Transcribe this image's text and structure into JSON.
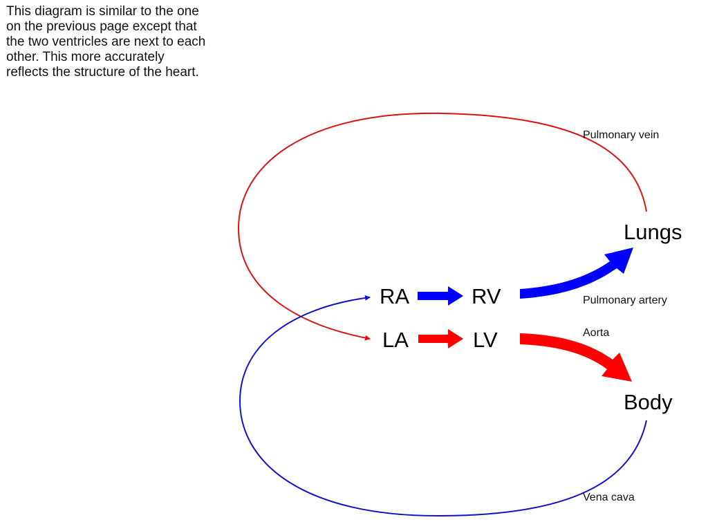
{
  "intro": {
    "lines": [
      "This diagram is similar to the one",
      "on the previous page except that",
      "the two ventricles are next to each",
      "other. This more accurately",
      "reflects the structure of the heart."
    ]
  },
  "nodes": {
    "ra": "RA",
    "rv": "RV",
    "la": "LA",
    "lv": "LV",
    "lungs": "Lungs",
    "body": "Body"
  },
  "vessels": {
    "pulmonary_vein": "Pulmonary vein",
    "pulmonary_artery": "Pulmonary artery",
    "aorta": "Aorta",
    "vena_cava": "Vena cava"
  },
  "colors": {
    "oxygenated": "#ff0000",
    "deoxygenated": "#0000ff",
    "pulmonary_vein_line": "#dd1111",
    "vena_cava_line": "#1111cc"
  },
  "flow": [
    {
      "from": "Body",
      "to": "RA",
      "via": "Vena cava",
      "blood": "deoxygenated"
    },
    {
      "from": "RA",
      "to": "RV",
      "blood": "deoxygenated"
    },
    {
      "from": "RV",
      "to": "Lungs",
      "via": "Pulmonary artery",
      "blood": "deoxygenated"
    },
    {
      "from": "Lungs",
      "to": "LA",
      "via": "Pulmonary vein",
      "blood": "oxygenated"
    },
    {
      "from": "LA",
      "to": "LV",
      "blood": "oxygenated"
    },
    {
      "from": "LV",
      "to": "Body",
      "via": "Aorta",
      "blood": "oxygenated"
    }
  ]
}
